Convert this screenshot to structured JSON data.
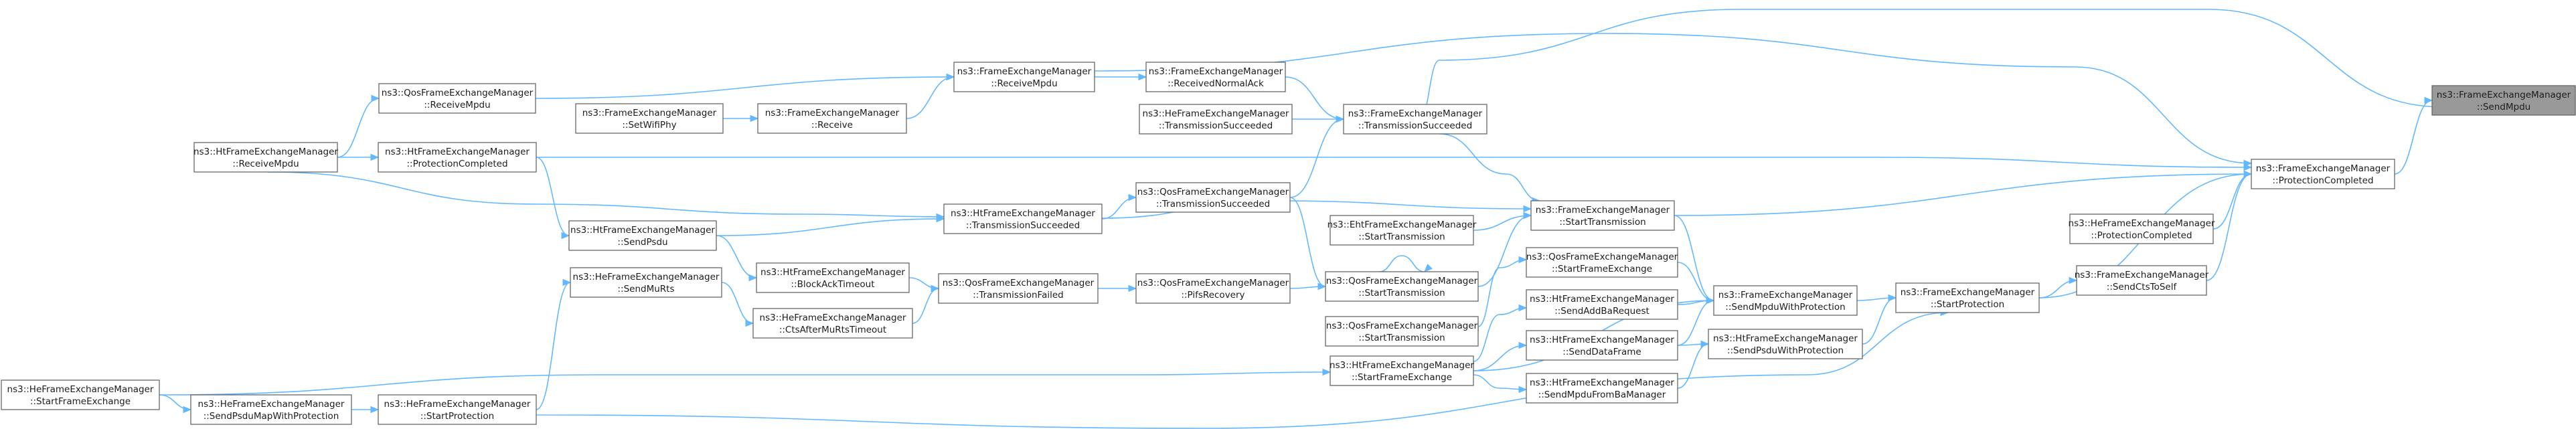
{
  "graph": {
    "title": "",
    "nodes": [
      {
        "id": "sendMpdu",
        "line1": "ns3::FrameExchangeManager",
        "line2": "::SendMpdu",
        "root": true
      },
      {
        "id": "protCompleted",
        "line1": "ns3::FrameExchangeManager",
        "line2": "::ProtectionCompleted"
      },
      {
        "id": "heProtCompleted",
        "line1": "ns3::HeFrameExchangeManager",
        "line2": "::ProtectionCompleted"
      },
      {
        "id": "sendCtsToSelf",
        "line1": "ns3::FrameExchangeManager",
        "line2": "::SendCtsToSelf"
      },
      {
        "id": "startProtection",
        "line1": "ns3::FrameExchangeManager",
        "line2": "::StartProtection"
      },
      {
        "id": "sendMpduWithProt",
        "line1": "ns3::FrameExchangeManager",
        "line2": "::SendMpduWithProtection"
      },
      {
        "id": "htSendPsduWithProt",
        "line1": "ns3::HtFrameExchangeManager",
        "line2": "::SendPsduWithProtection"
      },
      {
        "id": "feStartTransmission",
        "line1": "ns3::FrameExchangeManager",
        "line2": "::StartTransmission"
      },
      {
        "id": "qosStartFrameExchange",
        "line1": "ns3::QosFrameExchangeManager",
        "line2": "::StartFrameExchange"
      },
      {
        "id": "htSendAddBaRequest",
        "line1": "ns3::HtFrameExchangeManager",
        "line2": "::SendAddBaRequest"
      },
      {
        "id": "htSendDataFrame",
        "line1": "ns3::HtFrameExchangeManager",
        "line2": "::SendDataFrame"
      },
      {
        "id": "htSendMpduFromBaManager",
        "line1": "ns3::HtFrameExchangeManager",
        "line2": "::SendMpduFromBaManager"
      },
      {
        "id": "ehtStartTransmission",
        "line1": "ns3::EhtFrameExchangeManager",
        "line2": "::StartTransmission"
      },
      {
        "id": "qosStartTransmission",
        "line1": "ns3::QosFrameExchangeManager",
        "line2": "::StartTransmission"
      },
      {
        "id": "qosStartTransmission2",
        "line1": "ns3::QosFrameExchangeManager",
        "line2": "::StartTransmission"
      },
      {
        "id": "htStartFrameExchange",
        "line1": "ns3::HtFrameExchangeManager",
        "line2": "::StartFrameExchange"
      },
      {
        "id": "feTransSucceeded",
        "line1": "ns3::FrameExchangeManager",
        "line2": "::TransmissionSucceeded"
      },
      {
        "id": "heTransSucceeded",
        "line1": "ns3::HeFrameExchangeManager",
        "line2": "::TransmissionSucceeded"
      },
      {
        "id": "receivedNormalAck",
        "line1": "ns3::FrameExchangeManager",
        "line2": "::ReceivedNormalAck"
      },
      {
        "id": "qosTransSucceeded",
        "line1": "ns3::QosFrameExchangeManager",
        "line2": "::TransmissionSucceeded"
      },
      {
        "id": "qosPifsRecovery",
        "line1": "ns3::QosFrameExchangeManager",
        "line2": "::PifsRecovery"
      },
      {
        "id": "feReceiveMpdu",
        "line1": "ns3::FrameExchangeManager",
        "line2": "::ReceiveMpdu"
      },
      {
        "id": "feReceive",
        "line1": "ns3::FrameExchangeManager",
        "line2": "::Receive"
      },
      {
        "id": "htTransSucceeded",
        "line1": "ns3::HtFrameExchangeManager",
        "line2": "::TransmissionSucceeded"
      },
      {
        "id": "qosTransFailed",
        "line1": "ns3::QosFrameExchangeManager",
        "line2": "::TransmissionFailed"
      },
      {
        "id": "setWifiPhy",
        "line1": "ns3::FrameExchangeManager",
        "line2": "::SetWifiPhy"
      },
      {
        "id": "qosReceiveMpdu",
        "line1": "ns3::QosFrameExchangeManager",
        "line2": "::ReceiveMpdu"
      },
      {
        "id": "htBlockAckTimeout",
        "line1": "ns3::HtFrameExchangeManager",
        "line2": "::BlockAckTimeout"
      },
      {
        "id": "heCtsAfterMuRtsTimeout",
        "line1": "ns3::HeFrameExchangeManager",
        "line2": "::CtsAfterMuRtsTimeout"
      },
      {
        "id": "htProtCompleted",
        "line1": "ns3::HtFrameExchangeManager",
        "line2": "::ProtectionCompleted"
      },
      {
        "id": "htSendPsdu",
        "line1": "ns3::HtFrameExchangeManager",
        "line2": "::SendPsdu"
      },
      {
        "id": "heSendMuRts",
        "line1": "ns3::HeFrameExchangeManager",
        "line2": "::SendMuRts"
      },
      {
        "id": "htReceiveMpdu",
        "line1": "ns3::HtFrameExchangeManager",
        "line2": "::ReceiveMpdu"
      },
      {
        "id": "heSendPsduMapWithProt",
        "line1": "ns3::HeFrameExchangeManager",
        "line2": "::SendPsduMapWithProtection"
      },
      {
        "id": "heStartProtection",
        "line1": "ns3::HeFrameExchangeManager",
        "line2": "::StartProtection"
      },
      {
        "id": "heStartFrameExchange",
        "line1": "ns3::HeFrameExchangeManager",
        "line2": "::StartFrameExchange"
      }
    ],
    "edges": [
      [
        "protCompleted",
        "sendMpdu"
      ],
      [
        "feTransSucceeded",
        "sendMpdu"
      ],
      [
        "heProtCompleted",
        "protCompleted"
      ],
      [
        "sendCtsToSelf",
        "protCompleted"
      ],
      [
        "startProtection",
        "protCompleted"
      ],
      [
        "htProtCompleted",
        "protCompleted"
      ],
      [
        "feReceiveMpdu",
        "protCompleted"
      ],
      [
        "feStartTransmission",
        "protCompleted"
      ],
      [
        "startProtection",
        "sendCtsToSelf"
      ],
      [
        "sendMpduWithProt",
        "startProtection"
      ],
      [
        "htSendPsduWithProt",
        "startProtection"
      ],
      [
        "heStartProtection",
        "startProtection"
      ],
      [
        "feStartTransmission",
        "sendMpduWithProt"
      ],
      [
        "qosStartFrameExchange",
        "sendMpduWithProt"
      ],
      [
        "htSendAddBaRequest",
        "sendMpduWithProt"
      ],
      [
        "htSendDataFrame",
        "sendMpduWithProt"
      ],
      [
        "htStartFrameExchange",
        "sendMpduWithProt"
      ],
      [
        "htSendDataFrame",
        "htSendPsduWithProt"
      ],
      [
        "htSendMpduFromBaManager",
        "htSendPsduWithProt"
      ],
      [
        "ehtStartTransmission",
        "feStartTransmission"
      ],
      [
        "qosStartTransmission",
        "feStartTransmission"
      ],
      [
        "feTransSucceeded",
        "feStartTransmission"
      ],
      [
        "htTransSucceeded",
        "feStartTransmission"
      ],
      [
        "qosStartTransmission2",
        "qosStartFrameExchange"
      ],
      [
        "htStartFrameExchange",
        "htSendAddBaRequest"
      ],
      [
        "htStartFrameExchange",
        "htSendDataFrame"
      ],
      [
        "htStartFrameExchange",
        "htSendMpduFromBaManager"
      ],
      [
        "qosStartTransmission",
        "qosStartTransmission"
      ],
      [
        "qosPifsRecovery",
        "qosStartTransmission"
      ],
      [
        "qosTransSucceeded",
        "qosStartTransmission"
      ],
      [
        "heStartFrameExchange",
        "htStartFrameExchange"
      ],
      [
        "heTransSucceeded",
        "feTransSucceeded"
      ],
      [
        "receivedNormalAck",
        "feTransSucceeded"
      ],
      [
        "qosTransSucceeded",
        "feTransSucceeded"
      ],
      [
        "feReceiveMpdu",
        "receivedNormalAck"
      ],
      [
        "htTransSucceeded",
        "qosTransSucceeded"
      ],
      [
        "qosTransFailed",
        "qosPifsRecovery"
      ],
      [
        "qosReceiveMpdu",
        "feReceiveMpdu"
      ],
      [
        "feReceive",
        "feReceiveMpdu"
      ],
      [
        "htReceiveMpdu",
        "htTransSucceeded"
      ],
      [
        "htSendPsdu",
        "htTransSucceeded"
      ],
      [
        "htBlockAckTimeout",
        "qosTransFailed"
      ],
      [
        "heCtsAfterMuRtsTimeout",
        "qosTransFailed"
      ],
      [
        "setWifiPhy",
        "feReceive"
      ],
      [
        "htReceiveMpdu",
        "qosReceiveMpdu"
      ],
      [
        "htSendPsdu",
        "htBlockAckTimeout"
      ],
      [
        "heSendMuRts",
        "heCtsAfterMuRtsTimeout"
      ],
      [
        "htProtCompleted",
        "htSendPsdu"
      ],
      [
        "htReceiveMpdu",
        "htProtCompleted"
      ],
      [
        "heStartProtection",
        "heSendMuRts"
      ],
      [
        "heSendPsduMapWithProt",
        "heStartProtection"
      ],
      [
        "heStartFrameExchange",
        "heSendPsduMapWithProt"
      ]
    ]
  }
}
